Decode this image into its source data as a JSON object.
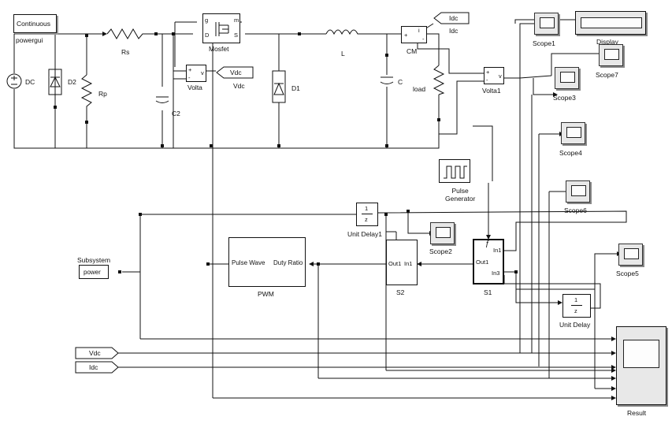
{
  "powergui": {
    "mode": "Continuous",
    "label": "powergui"
  },
  "power_circuit": {
    "dc_source": "DC",
    "diode_d2": "D2",
    "resistor_rs": "Rs",
    "resistor_rp": "Rp",
    "capacitor_c2": "C2",
    "mosfet": {
      "label": "Mosfet",
      "port_g": "g",
      "port_m": "m",
      "port_d": "D",
      "port_s": "S"
    },
    "voltmeter_volta": {
      "label": "Volta",
      "plus": "+",
      "minus": "-",
      "out": "v"
    },
    "goto_vdc": "Vdc",
    "diode_d1": "D1",
    "inductor_l": "L",
    "capacitor_c": "C",
    "current_meter_cm": {
      "label": "CM",
      "plus": "+",
      "minus": "-",
      "out": "i"
    },
    "goto_idc": "Idc",
    "load": "load",
    "voltmeter_volta1": {
      "label": "Volta1",
      "plus": "+",
      "minus": "-",
      "out": "v"
    }
  },
  "display_block": {
    "label": "Display"
  },
  "scopes": {
    "scope1": "Scope1",
    "scope7": "Scope7",
    "scope3": "Scope3",
    "scope4": "Scope4",
    "scope6": "Scope6",
    "scope2": "Scope2",
    "scope5": "Scope5"
  },
  "control": {
    "pulse_generator": "Pulse\nGenerator",
    "unit_delay1": {
      "label": "Unit Delay1",
      "num": "1",
      "den": "z"
    },
    "unit_delay": {
      "label": "Unit Delay",
      "num": "1",
      "den": "z"
    },
    "pwm": {
      "label": "PWM",
      "port_left": "Pulse Wave",
      "port_right": "Duty Ratio"
    },
    "s2": {
      "label": "S2",
      "port_left": "Out1",
      "port_right": "In1"
    },
    "s1": {
      "label": "S1",
      "port_in1": "In1",
      "port_out1": "Out1",
      "port_in3": "In3",
      "trigger": "ƒ"
    },
    "subsystem": {
      "label": "Subsystem",
      "value": "power"
    },
    "from_vdc": "Vdc",
    "from_idc": "Idc",
    "result": "Result"
  }
}
